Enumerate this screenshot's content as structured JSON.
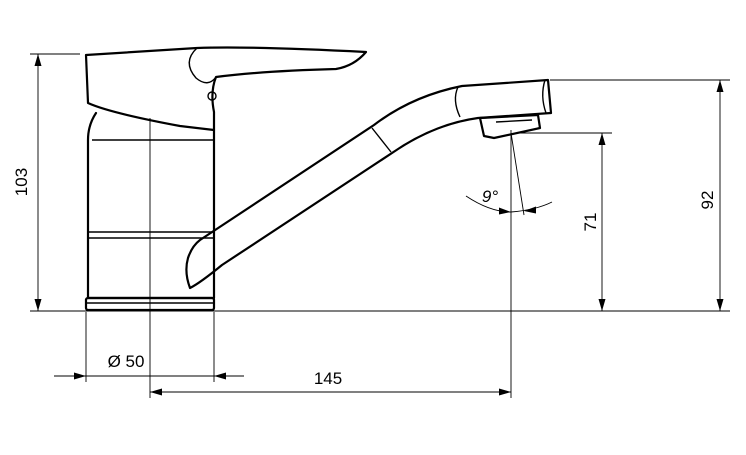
{
  "dimensions": {
    "body_height": "103",
    "spout_height": "92",
    "aerator_height": "71",
    "base_diameter": "Ø 50",
    "reach": "145",
    "spout_angle": "9°"
  }
}
